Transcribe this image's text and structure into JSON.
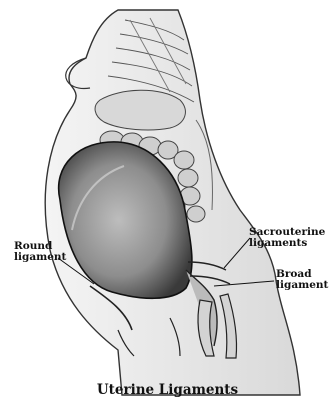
{
  "diagram": {
    "caption": "Uterine Ligaments",
    "labels": {
      "round_ligament": [
        "Round",
        "ligament"
      ],
      "sacrouterine_ligaments": [
        "Sacrouterine",
        "ligaments"
      ],
      "broad_ligament": [
        "Broad",
        "ligament"
      ]
    }
  },
  "colors": {
    "background": "#ffffff",
    "ink": "#111111",
    "shading": "#8a8a8a"
  }
}
